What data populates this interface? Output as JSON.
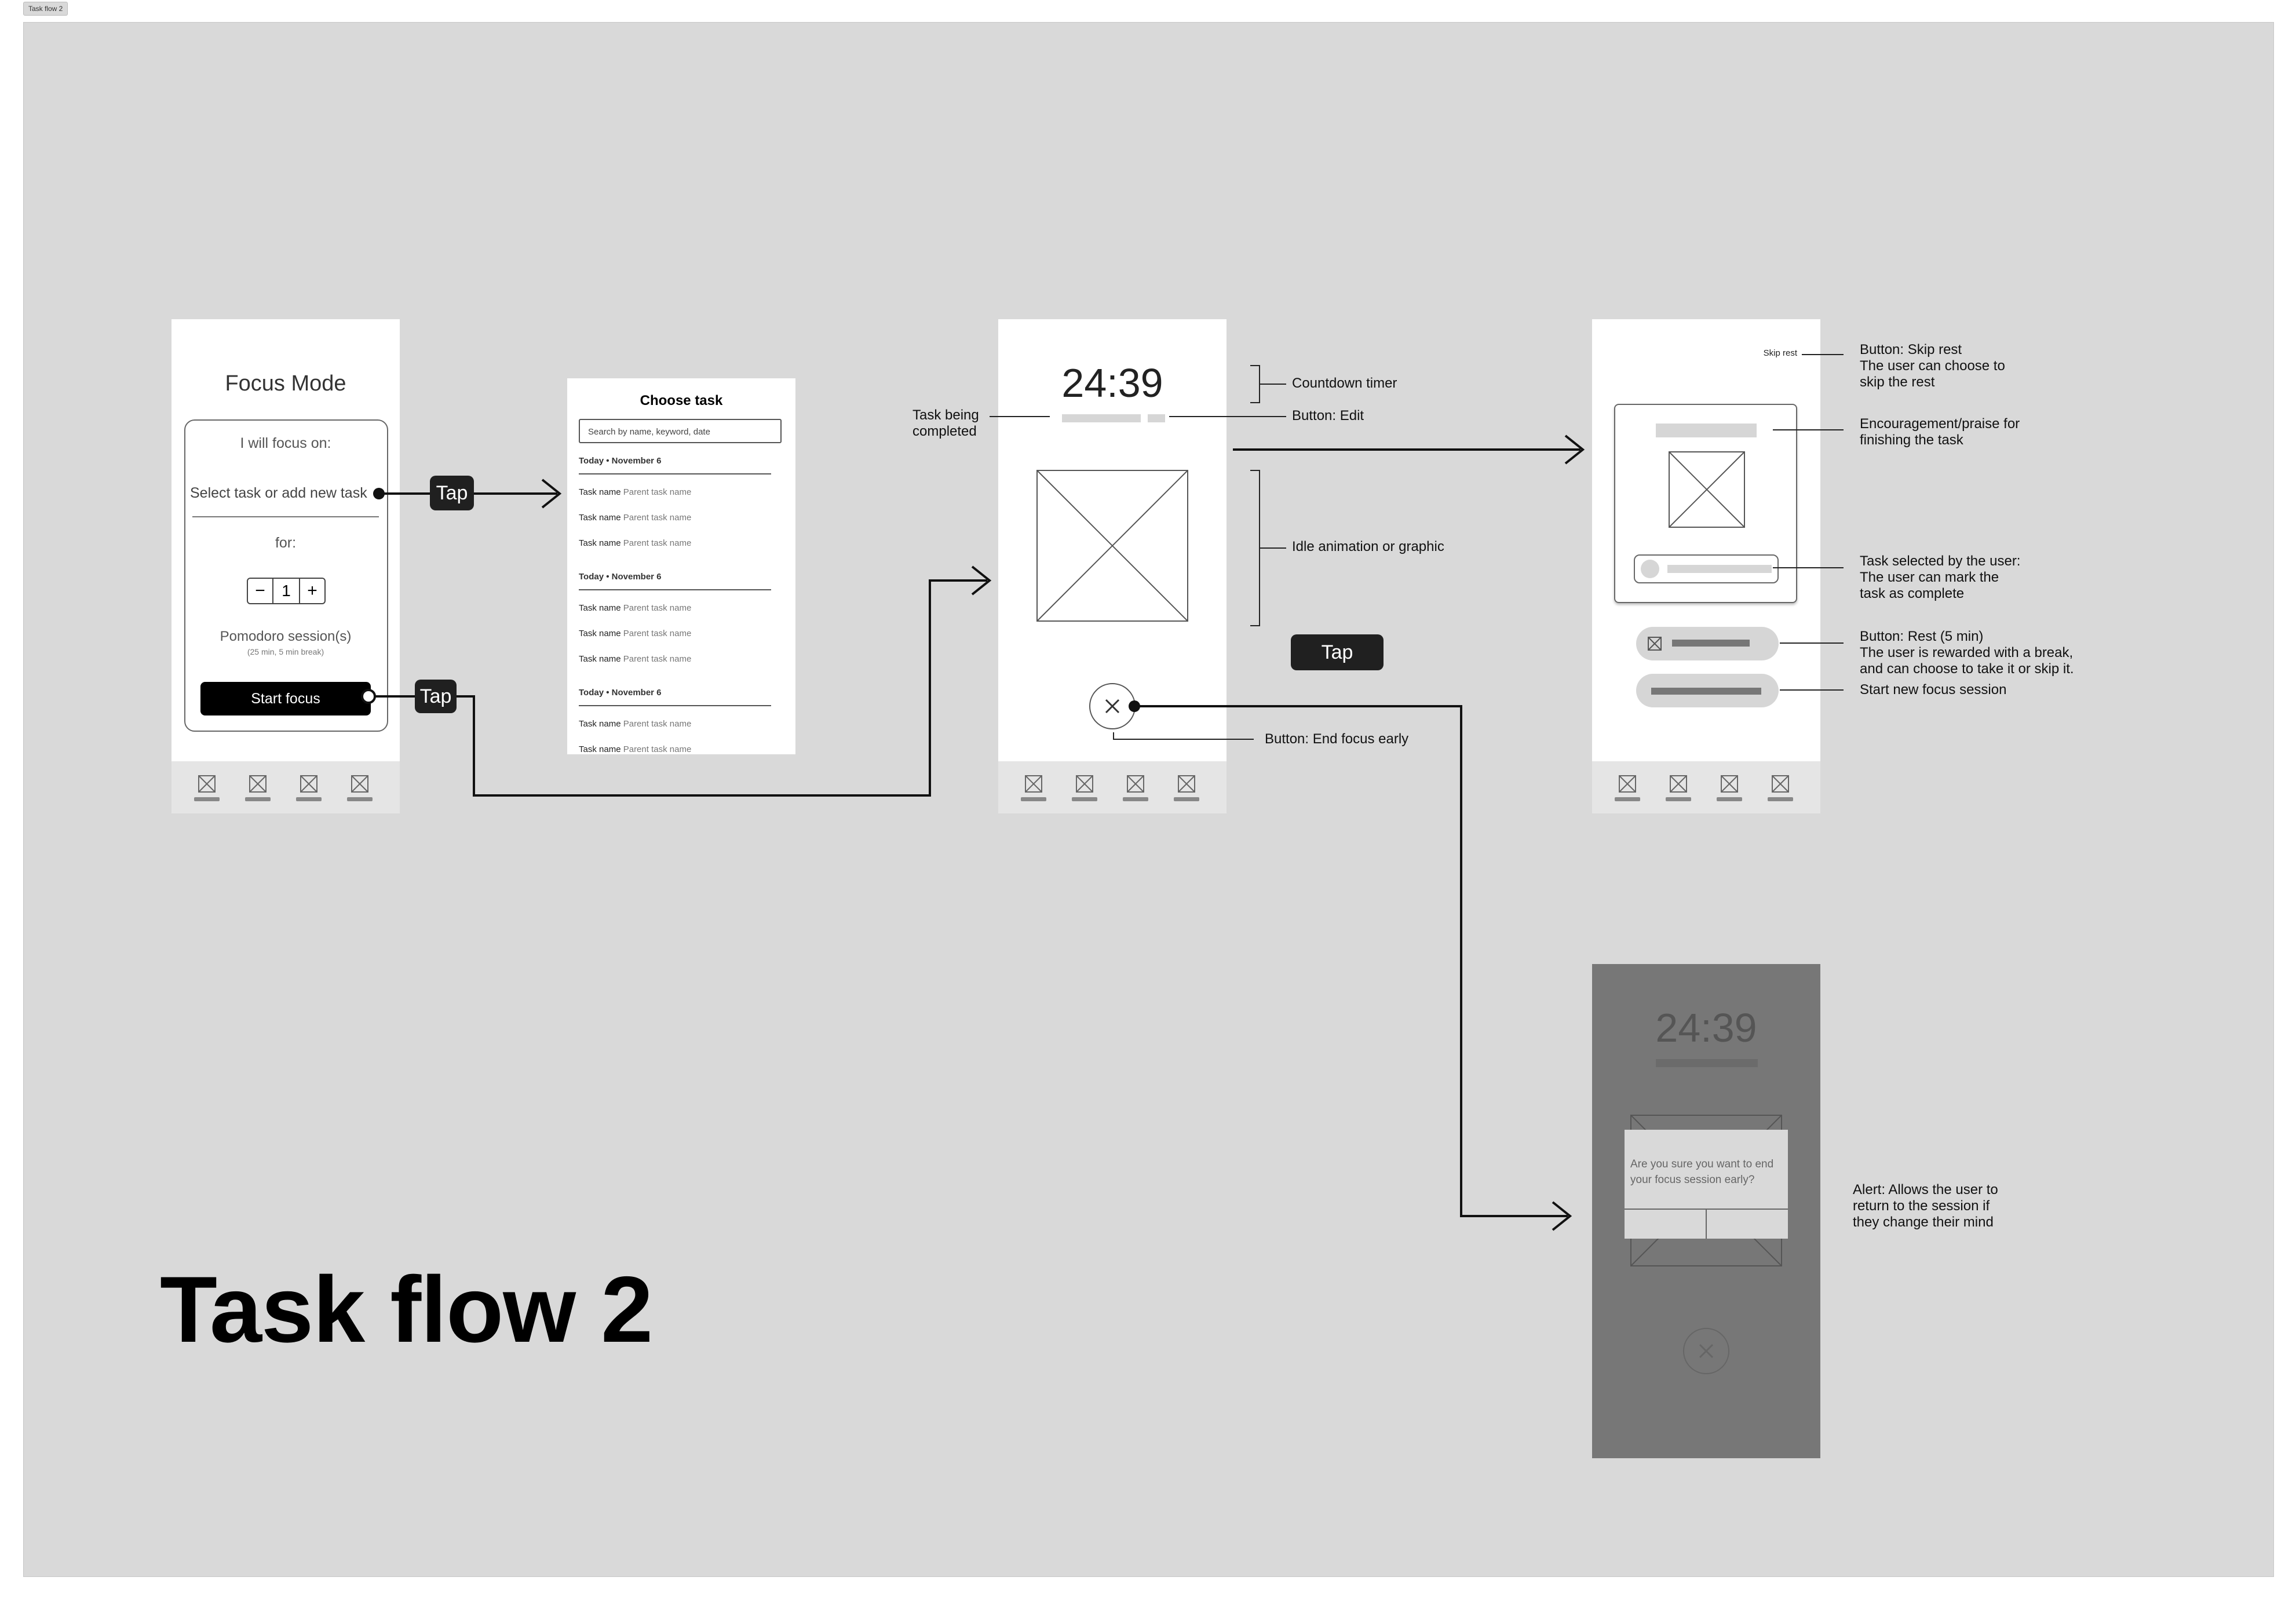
{
  "frame": {
    "tab_label": "Task flow 2",
    "big_title": "Task flow 2"
  },
  "screen1": {
    "title": "Focus Mode",
    "focus_label": "I will focus on:",
    "task_placeholder": "Select task or add new task",
    "for_label": "for:",
    "stepper": {
      "minus": "−",
      "value": "1",
      "plus": "+"
    },
    "sessions_label": "Pomodoro session(s)",
    "sessions_sub": "(25 min, 5 min break)",
    "start_button": "Start focus"
  },
  "screen2": {
    "title": "Choose task",
    "search_placeholder": "Search by name, keyword, date",
    "groups": [
      {
        "date": "Today • November 6",
        "tasks": [
          {
            "name": "Task name",
            "parent": "Parent task name"
          },
          {
            "name": "Task name",
            "parent": "Parent task name"
          },
          {
            "name": "Task name",
            "parent": "Parent task name"
          }
        ]
      },
      {
        "date": "Today • November 6",
        "tasks": [
          {
            "name": "Task name",
            "parent": "Parent task name"
          },
          {
            "name": "Task name",
            "parent": "Parent task name"
          },
          {
            "name": "Task name",
            "parent": "Parent task name"
          }
        ]
      },
      {
        "date": "Today • November 6",
        "tasks": [
          {
            "name": "Task name",
            "parent": "Parent task name"
          },
          {
            "name": "Task name",
            "parent": "Parent task name"
          }
        ]
      }
    ]
  },
  "screen3": {
    "timer": "24:39"
  },
  "screen4": {
    "skip_rest": "Skip rest"
  },
  "screen5": {
    "timer": "24:39",
    "alert_text": "Are you sure you want to end your focus session early?"
  },
  "taps": {
    "tap1": "Tap",
    "tap2": "Tap",
    "tap3": "Tap"
  },
  "annotations": {
    "task_being_completed": "Task being\ncompleted",
    "countdown_timer": "Countdown timer",
    "button_edit": "Button: Edit",
    "idle_animation": "Idle animation or graphic",
    "end_focus_early": "Button: End focus early",
    "skip_rest": "Button: Skip rest\nThe user can choose to\nskip the rest",
    "encouragement": "Encouragement/praise for\nfinishing the task",
    "task_selected": "Task selected by the user:\nThe user can mark the\ntask as complete",
    "rest_button": "Button: Rest (5 min)\nThe user is rewarded with a break,\nand can choose to take it or skip it.",
    "new_session": "Start new focus session",
    "alert": "Alert: Allows the user to\nreturn to the session if\nthey change their mind"
  },
  "colors": {
    "canvas": "#d9d9d9",
    "dark": "#202020",
    "overlay": "#777777"
  }
}
